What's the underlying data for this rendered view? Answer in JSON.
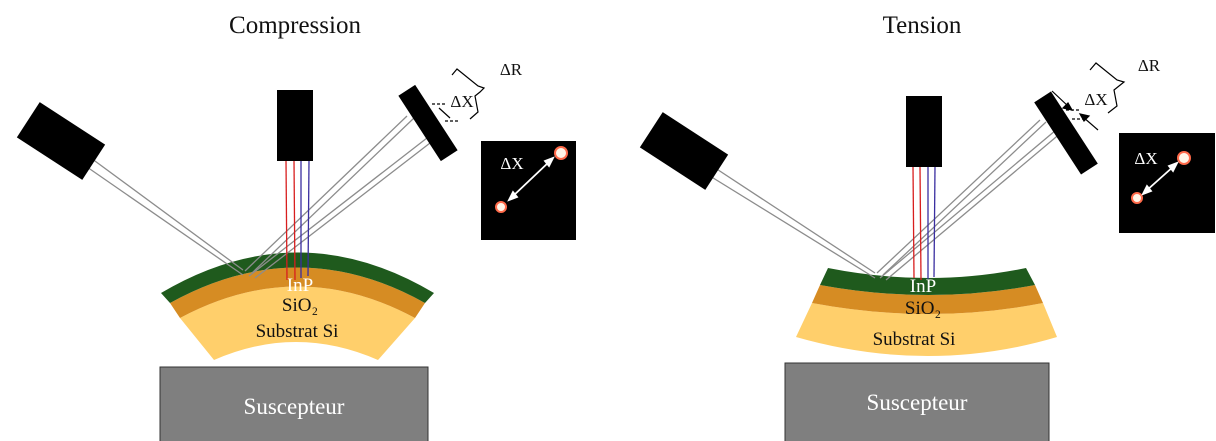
{
  "panels": {
    "compression": {
      "title": "Compression",
      "layers": {
        "top": "InP",
        "middle": "SiO₂",
        "substrate": "Substrat Si"
      },
      "susceptor": "Suscepteur",
      "delta_r": "ΔR",
      "delta_x_detector": "ΔX",
      "delta_x_inset": "ΔX"
    },
    "tension": {
      "title": "Tension",
      "layers": {
        "top": "InP",
        "middle": "SiO₂",
        "substrate": "Substrat Si"
      },
      "susceptor": "Suscepteur",
      "delta_r": "ΔR",
      "delta_x_detector": "ΔX",
      "delta_x_inset": "ΔX"
    }
  },
  "colors": {
    "inp": "#1f5a1d",
    "sio2": "#d68c23",
    "substrate": "#ffcf6b",
    "susceptor": "#7f7f7f",
    "laser_red": "#d81e1e",
    "laser_blue": "#3a2ea0",
    "beam": "#8c8c8c"
  }
}
